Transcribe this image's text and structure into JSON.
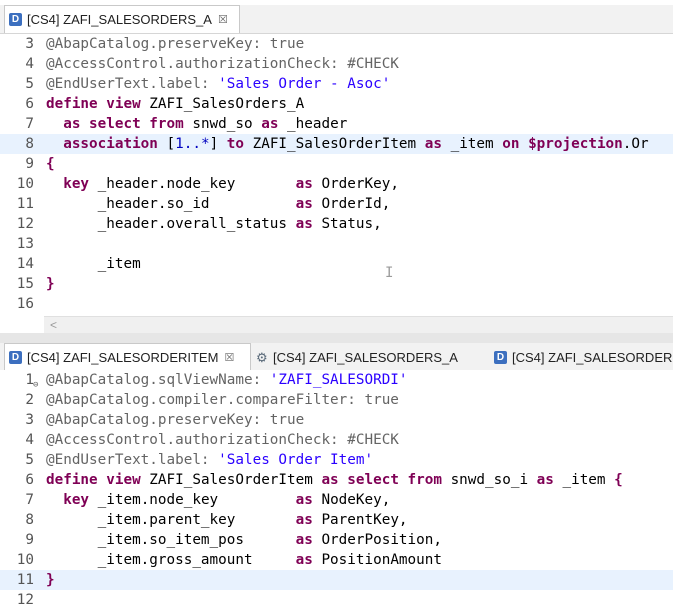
{
  "top_tab": {
    "label": "[CS4] ZAFI_SALESORDERS_A",
    "close": "☒"
  },
  "top_editor": {
    "lines": [
      {
        "n": "3",
        "tokens": [
          {
            "t": "@AbapCatalog.preserveKey: true",
            "c": "ann"
          }
        ]
      },
      {
        "n": "4",
        "tokens": [
          {
            "t": "@AccessControl.authorizationCheck: #CHECK",
            "c": "ann"
          }
        ]
      },
      {
        "n": "5",
        "tokens": [
          {
            "t": "@EndUserText.label: ",
            "c": "ann"
          },
          {
            "t": "'Sales Order - Asoc'",
            "c": "str"
          }
        ]
      },
      {
        "n": "6",
        "tokens": [
          {
            "t": "define view ",
            "c": "kw"
          },
          {
            "t": "ZAFI_SalesOrders_A",
            "c": "pl"
          }
        ]
      },
      {
        "n": "7",
        "tokens": [
          {
            "t": "  ",
            "c": "pl"
          },
          {
            "t": "as select from ",
            "c": "kw"
          },
          {
            "t": "snwd_so ",
            "c": "pl"
          },
          {
            "t": "as ",
            "c": "kw"
          },
          {
            "t": "_header",
            "c": "pl"
          }
        ]
      },
      {
        "n": "8",
        "hl": true,
        "tokens": [
          {
            "t": "  ",
            "c": "pl"
          },
          {
            "t": "association ",
            "c": "kw"
          },
          {
            "t": "[",
            "c": "pl"
          },
          {
            "t": "1..*",
            "c": "num"
          },
          {
            "t": "] ",
            "c": "pl"
          },
          {
            "t": "to ",
            "c": "kw"
          },
          {
            "t": "ZAFI_SalesOrderItem ",
            "c": "pl"
          },
          {
            "t": "as ",
            "c": "kw"
          },
          {
            "t": "_item ",
            "c": "pl"
          },
          {
            "t": "on ",
            "c": "kw"
          },
          {
            "t": "$projection",
            "c": "kw"
          },
          {
            "t": ".Or",
            "c": "pl"
          }
        ]
      },
      {
        "n": "9",
        "tokens": [
          {
            "t": "{",
            "c": "kw"
          }
        ]
      },
      {
        "n": "10",
        "tokens": [
          {
            "t": "  ",
            "c": "pl"
          },
          {
            "t": "key ",
            "c": "kw"
          },
          {
            "t": "_header.node_key       ",
            "c": "pl"
          },
          {
            "t": "as ",
            "c": "kw"
          },
          {
            "t": "OrderKey,",
            "c": "pl"
          }
        ]
      },
      {
        "n": "11",
        "tokens": [
          {
            "t": "      _header.so_id          ",
            "c": "pl"
          },
          {
            "t": "as ",
            "c": "kw"
          },
          {
            "t": "OrderId,",
            "c": "pl"
          }
        ]
      },
      {
        "n": "12",
        "tokens": [
          {
            "t": "      _header.overall_status ",
            "c": "pl"
          },
          {
            "t": "as ",
            "c": "kw"
          },
          {
            "t": "Status,",
            "c": "pl"
          }
        ]
      },
      {
        "n": "13",
        "tokens": []
      },
      {
        "n": "14",
        "tokens": [
          {
            "t": "      _item",
            "c": "pl"
          }
        ]
      },
      {
        "n": "15",
        "tokens": [
          {
            "t": "}",
            "c": "kw"
          }
        ]
      },
      {
        "n": "16",
        "tokens": []
      }
    ]
  },
  "bottom_tabs": [
    {
      "label": "[CS4] ZAFI_SALESORDERITEM",
      "close": "☒",
      "icon": "ddl-icon"
    },
    {
      "label": "[CS4] ZAFI_SALESORDERS_A",
      "icon": "gear-icon"
    },
    {
      "label": "[CS4] ZAFI_SALESORDER",
      "icon": "ddl-icon"
    }
  ],
  "bottom_editor": {
    "lines": [
      {
        "n": "1",
        "fold": "⊖",
        "tokens": [
          {
            "t": "@AbapCatalog.sqlViewName: ",
            "c": "ann"
          },
          {
            "t": "'ZAFI_SALESORDI'",
            "c": "str"
          }
        ]
      },
      {
        "n": "2",
        "tokens": [
          {
            "t": "@AbapCatalog.compiler.compareFilter: true",
            "c": "ann"
          }
        ]
      },
      {
        "n": "3",
        "tokens": [
          {
            "t": "@AbapCatalog.preserveKey: true",
            "c": "ann"
          }
        ]
      },
      {
        "n": "4",
        "tokens": [
          {
            "t": "@AccessControl.authorizationCheck: #CHECK",
            "c": "ann"
          }
        ]
      },
      {
        "n": "5",
        "tokens": [
          {
            "t": "@EndUserText.label: ",
            "c": "ann"
          },
          {
            "t": "'Sales Order Item'",
            "c": "str"
          }
        ]
      },
      {
        "n": "6",
        "tokens": [
          {
            "t": "define view ",
            "c": "kw"
          },
          {
            "t": "ZAFI_SalesOrderItem ",
            "c": "pl"
          },
          {
            "t": "as select from ",
            "c": "kw"
          },
          {
            "t": "snwd_so_i ",
            "c": "pl"
          },
          {
            "t": "as ",
            "c": "kw"
          },
          {
            "t": "_item ",
            "c": "pl"
          },
          {
            "t": "{",
            "c": "kw"
          }
        ]
      },
      {
        "n": "7",
        "tokens": [
          {
            "t": "  ",
            "c": "pl"
          },
          {
            "t": "key ",
            "c": "kw"
          },
          {
            "t": "_item.node_key         ",
            "c": "pl"
          },
          {
            "t": "as ",
            "c": "kw"
          },
          {
            "t": "NodeKey,",
            "c": "pl"
          }
        ]
      },
      {
        "n": "8",
        "tokens": [
          {
            "t": "      _item.parent_key       ",
            "c": "pl"
          },
          {
            "t": "as ",
            "c": "kw"
          },
          {
            "t": "ParentKey,",
            "c": "pl"
          }
        ]
      },
      {
        "n": "9",
        "tokens": [
          {
            "t": "      _item.so_item_pos      ",
            "c": "pl"
          },
          {
            "t": "as ",
            "c": "kw"
          },
          {
            "t": "OrderPosition,",
            "c": "pl"
          }
        ]
      },
      {
        "n": "10",
        "tokens": [
          {
            "t": "      _item.gross_amount     ",
            "c": "pl"
          },
          {
            "t": "as ",
            "c": "kw"
          },
          {
            "t": "PositionAmount",
            "c": "pl"
          }
        ]
      },
      {
        "n": "11",
        "hl": true,
        "tokens": [
          {
            "t": "}",
            "c": "kw"
          }
        ]
      },
      {
        "n": "12",
        "tokens": []
      }
    ]
  },
  "scroll_arrow": "<",
  "cursor_glyph": "I",
  "colors": {
    "keyword": "#7f0055",
    "annotation": "#646464",
    "string": "#2a00ff",
    "current_line": "#e8f2fe"
  }
}
